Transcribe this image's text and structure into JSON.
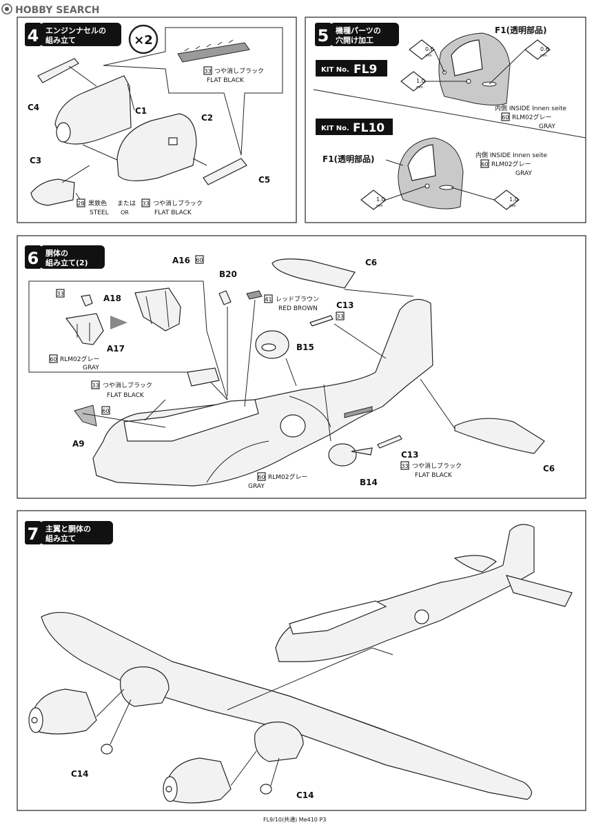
{
  "header": {
    "logo_text": "HOBBY SEARCH"
  },
  "step4": {
    "number": "4",
    "title_line1": "エンジンナセルの",
    "title_line2": "組み立て",
    "multiplier": "×2",
    "parts": {
      "c1": "C1",
      "c2": "C2",
      "c3": "C3",
      "c4": "C4",
      "c5": "C5"
    },
    "paint_flat_black": {
      "code": "33",
      "jp": "つや消しブラック",
      "en": "FLAT BLACK"
    },
    "paint_combo": {
      "code1": "28",
      "jp1": "黒鉄色",
      "or_jp": "または",
      "code2": "33",
      "jp2": "つや消しブラック",
      "en1": "STEEL",
      "or_en": "OR",
      "en2": "FLAT BLACK"
    }
  },
  "step5": {
    "number": "5",
    "title_line1": "機種パーツの",
    "title_line2": "穴開け加工",
    "fl9": {
      "kit_label": "KIT No.",
      "kit_code": "FL9",
      "part": "F1(透明部品)",
      "inside": "内側  INSIDE  Innen seite",
      "paint_code": "60",
      "paint_jp": "RLM02グレー",
      "paint_en": "GRAY",
      "drill_a": "0.6",
      "drill_b": "0.6",
      "drill_c": "1.0",
      "unit": "mm"
    },
    "fl10": {
      "kit_label": "KIT No.",
      "kit_code": "FL10",
      "part": "F1(透明部品)",
      "inside": "内側  INSIDE  Innen seite",
      "paint_code": "60",
      "paint_jp": "RLM02グレー",
      "paint_en": "GRAY",
      "drill_a": "1.0",
      "drill_b": "1.0",
      "unit": "mm"
    }
  },
  "step6": {
    "number": "6",
    "title_line1": "胴体の",
    "title_line2": "組み立て(2)",
    "parts": {
      "a16": "A16",
      "a16_code": "60",
      "b20": "B20",
      "c6_top": "C6",
      "c13_top": "C13",
      "c13_top_code": "33",
      "b15": "B15",
      "a18": "A18",
      "a18_code": "33",
      "a17": "A17",
      "a9": "A9",
      "a9_code": "60",
      "b14": "B14",
      "c13_bottom": "C13",
      "c6_bottom": "C6"
    },
    "red_brown": {
      "code": "41",
      "jp": "レッドブラウン",
      "en": "RED BROWN"
    },
    "gray_inset": {
      "code": "60",
      "jp": "RLM02グレー",
      "en": "GRAY"
    },
    "flat_black_a9": {
      "code": "33",
      "jp": "つや消しブラック",
      "en": "FLAT BLACK"
    },
    "flat_black_c13": {
      "code": "33",
      "jp": "つや消しブラック",
      "en": "FLAT BLACK"
    },
    "gray_fuselage": {
      "code": "60",
      "jp": "RLM02グレー",
      "en": "GRAY"
    }
  },
  "step7": {
    "number": "7",
    "title_line1": "主翼と胴体の",
    "title_line2": "組み立て",
    "parts": {
      "c14_left": "C14",
      "c14_right": "C14"
    }
  },
  "footer": {
    "text": "FL9/10(共通)  Me410  P3"
  }
}
